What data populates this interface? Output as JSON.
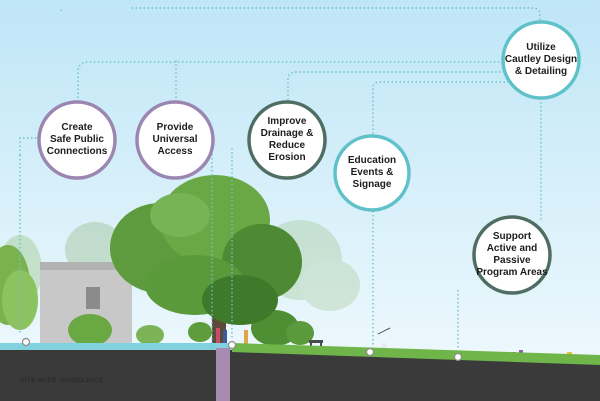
{
  "footer": {
    "label": "SITE-WIDE GUIDELINES"
  },
  "bubbles": [
    {
      "id": "safe-public-connections",
      "label": "Create\nSafe Public\nConnections",
      "color": "#9a86b0"
    },
    {
      "id": "universal-access",
      "label": "Provide\nUniversal\nAccess",
      "color": "#9a86b0"
    },
    {
      "id": "drainage-erosion",
      "label": "Improve\nDrainage &\nReduce\nErosion",
      "color": "#4f6e63"
    },
    {
      "id": "education-events",
      "label": "Education\nEvents &\nSignage",
      "color": "#5fc2c9"
    },
    {
      "id": "cautley-design",
      "label": "Utilize\nCautley Design\n& Detailing",
      "color": "#5fc2c9"
    },
    {
      "id": "program-areas",
      "label": "Support\nActive and Passive\nProgram Areas",
      "color": "#4f6e63"
    }
  ],
  "colors": {
    "sky_top": "#bfe6f7",
    "sky_bottom": "#f2fafd",
    "ground": "#3a3a3a",
    "grass": "#6fb54a",
    "path": "#7fd2de",
    "trunk": "#a88bb0",
    "connector": "#6cc2ca"
  }
}
